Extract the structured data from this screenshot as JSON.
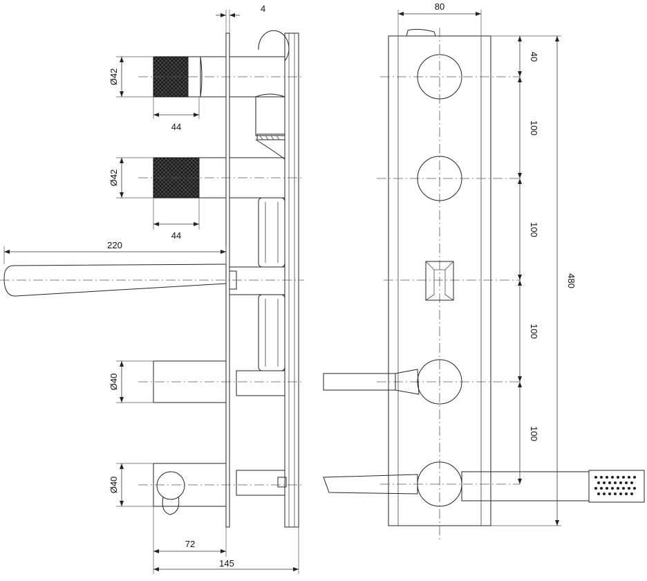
{
  "side_view": {
    "dims": {
      "plate_thickness": "4",
      "knob1_diameter": "Ø42",
      "knob1_length": "44",
      "knob2_diameter": "Ø42",
      "knob2_length": "44",
      "spout_length": "220",
      "handle_diameter": "Ø40",
      "hose_outlet_diameter": "Ø40",
      "outlet_depth": "72",
      "total_depth": "145"
    }
  },
  "front_view": {
    "dims": {
      "plate_width": "80",
      "top_offset": "40",
      "spacing_1": "100",
      "spacing_2": "100",
      "spacing_3": "100",
      "spacing_4": "100",
      "total_height": "480"
    }
  },
  "colors": {
    "line": "#222222",
    "knurl": "#1c1c1c",
    "background": "#ffffff"
  }
}
